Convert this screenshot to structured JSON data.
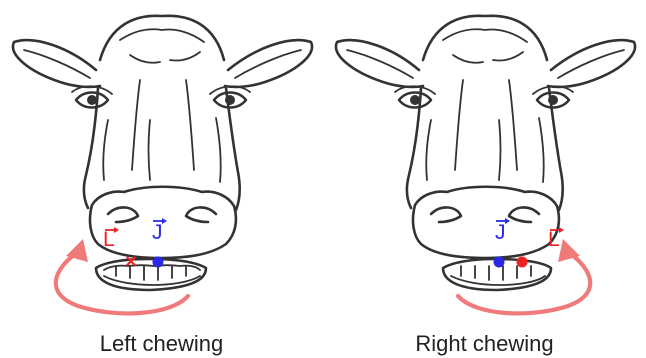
{
  "colors": {
    "line": "#333333",
    "jaw_vector": "#2a2ae6",
    "lip_vector": "#ee2222",
    "chewing_arrow": "#f07a7a",
    "caption": "#222222"
  },
  "panels": [
    {
      "caption": "Left chewing",
      "lip_label": "L",
      "jaw_label": "J",
      "lip_marker": "×",
      "chewing_side": "left"
    },
    {
      "caption": "Right chewing",
      "lip_label": "L",
      "jaw_label": "J",
      "lip_marker": "",
      "chewing_side": "right"
    }
  ]
}
